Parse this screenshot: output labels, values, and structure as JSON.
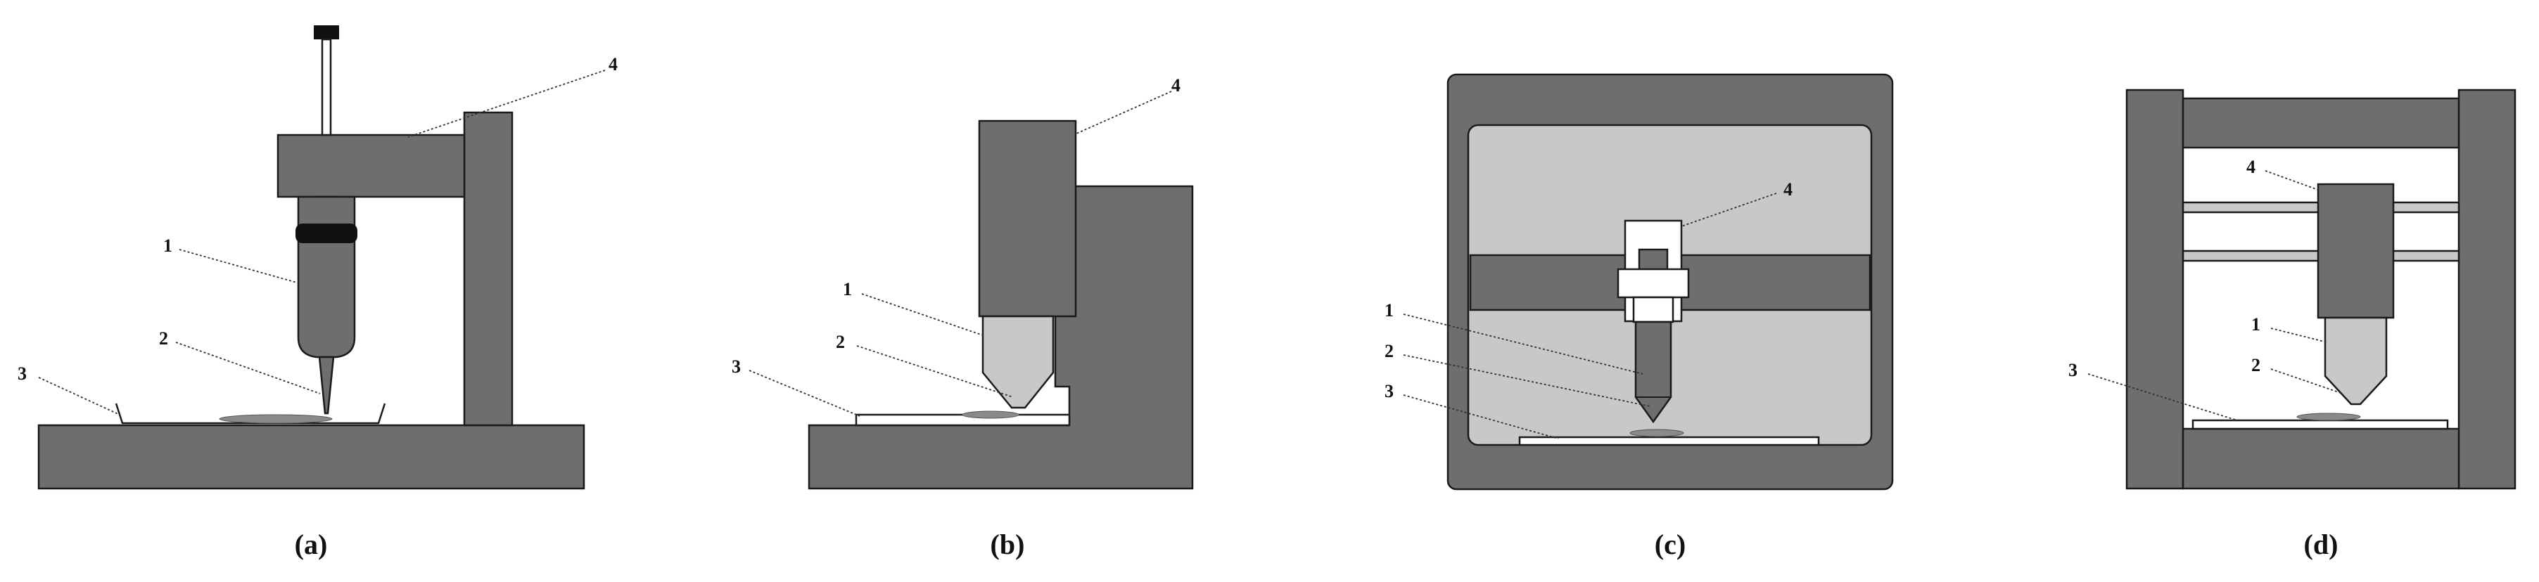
{
  "panels": [
    {
      "caption": "(a)",
      "labels": {
        "l1": "1",
        "l2": "2",
        "l3": "3",
        "l4": "4"
      }
    },
    {
      "caption": "(b)",
      "labels": {
        "l1": "1",
        "l2": "2",
        "l3": "3",
        "l4": "4"
      }
    },
    {
      "caption": "(c)",
      "labels": {
        "l1": "1",
        "l2": "2",
        "l3": "3",
        "l4": "4"
      }
    },
    {
      "caption": "(d)",
      "labels": {
        "l1": "1",
        "l2": "2",
        "l3": "3",
        "l4": "4"
      }
    }
  ],
  "colors": {
    "machine_dark": "#6e6e6e",
    "machine_light": "#c8c8c8",
    "outline": "#1a1a1a"
  }
}
